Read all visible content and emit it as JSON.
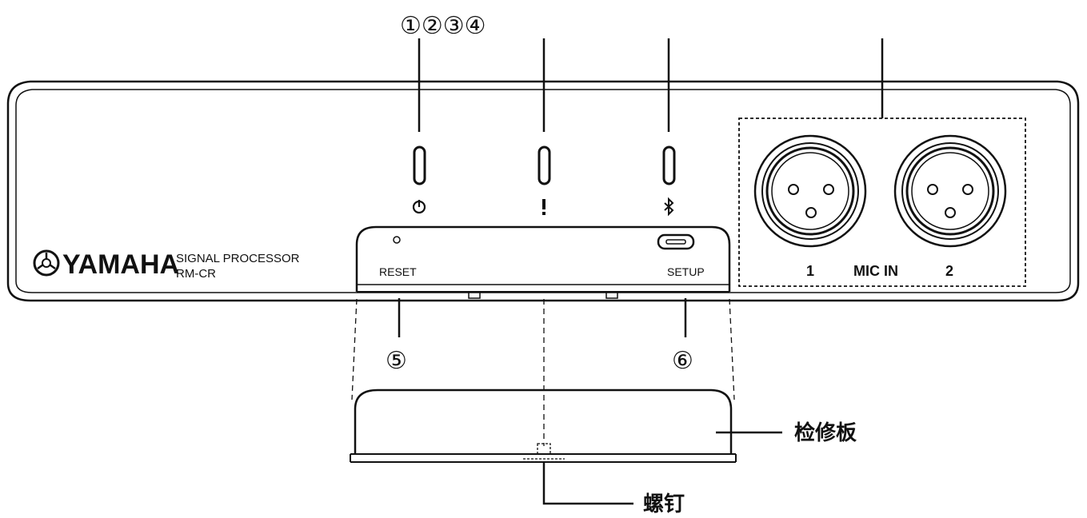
{
  "callouts": {
    "top": "①②③④",
    "reset": "⑤",
    "setup": "⑥"
  },
  "brand": {
    "name": "YAMAHA",
    "product_line": "SIGNAL PROCESSOR",
    "model": "RM-CR"
  },
  "panel": {
    "reset_label": "RESET",
    "setup_label": "SETUP",
    "mic_in_label": "MIC IN",
    "mic_1_label": "1",
    "mic_2_label": "2"
  },
  "labels": {
    "access_panel": "检修板",
    "screw": "螺钉"
  },
  "icons": [
    "power-icon",
    "alert-icon",
    "bluetooth-icon",
    "yamaha-logo-icon",
    "xlr-connector-icon",
    "usb-port-icon"
  ]
}
